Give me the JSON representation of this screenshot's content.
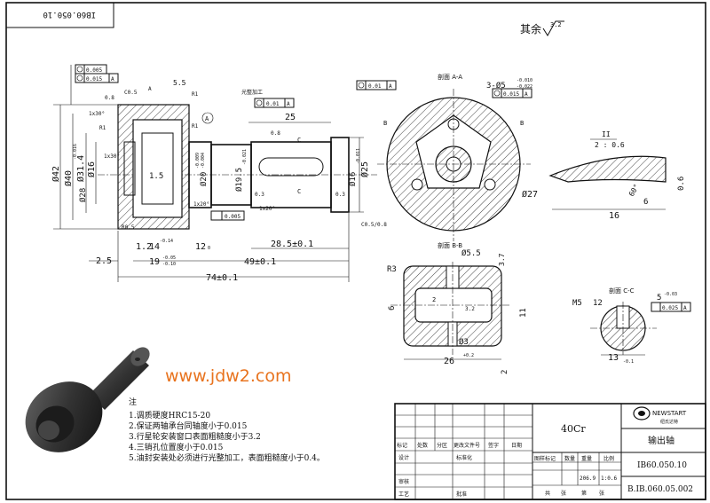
{
  "sheet": {
    "corner_code": "IB60.050.10",
    "surface_note": "其余",
    "surface_symbol_value": "3.2",
    "watermark": "www.jdw2.com"
  },
  "main_view": {
    "tol_box1": "0.005",
    "tol_box2": "0.015",
    "tol_box2_ref": "A",
    "tol_ra": "0.8",
    "chamfer_c": "C0.5",
    "dim_5_5": "5.5",
    "label_A": "A",
    "dim_R1_a": "R1",
    "dim_R1_b": "R1",
    "chamfer_1x30": "1x30°",
    "chamfer_1x30_b": "1x30°",
    "dia_42": "Ø42",
    "dia_40": "Ø40",
    "dia_40_tol": "-0.016",
    "dia_31_4": "Ø31.4",
    "dia_28": "Ø28",
    "dia_16": "Ø16",
    "dim_1_5": "1.5",
    "dia_20": "Ø20",
    "dia_20_tol_up": "-0.009",
    "dia_20_tol_dn": "-0.004",
    "dia_19_5": "Ø19.5",
    "dia_19_5_tol": "-0.021",
    "dia_16_b": "Ø16",
    "dia_16_b_tol": "-0.011",
    "dia_25": "Ø25",
    "label_A2": "A",
    "polish_label": "光整加工",
    "tol_box3": "0.01",
    "tol_box3_ref": "A",
    "dim_25": "25",
    "ra_08_b": "0.8",
    "label_C": "C",
    "label_C2": "C",
    "chamfer_0_3": "0.3",
    "chamfer_0_3_b": "0.3",
    "chamfer_1x20": "1x20°",
    "chamfer_1x20_b": "1x20°",
    "chamfer_c05_08": "C0.5/0.8",
    "dim_1_2": "1.2",
    "dim_r0_5": "R0.5",
    "dim_14": "14",
    "dim_14_tol": "-0.14",
    "tol_box4": "0.005",
    "dim_12": "12",
    "dim_12_tol": "0",
    "dim_28_5": "28.5±0.1",
    "dim_2_5": "2.5",
    "dim_19": "19",
    "dim_19_tol_up": "-0.05",
    "dim_19_tol_dn": "-0.10",
    "dim_49": "49±0.1",
    "dim_74": "74±0.1"
  },
  "section_aa": {
    "title": "剖面 A-A",
    "dia_5": "3-Ø5",
    "dia_5_tol_up": "-0.010",
    "dia_5_tol_dn": "-0.022",
    "tol_box": "0.015",
    "tol_ref": "A",
    "tol_top": "0.01",
    "tol_top_ref": "A",
    "dia_27": "Ø27",
    "label_B1": "B",
    "label_B2": "B"
  },
  "detail_ii": {
    "title": "II",
    "scale": "2 : 0.6",
    "angle": "60°",
    "dim_6": "6",
    "dim_16": "16",
    "dim_0_6": "0.6"
  },
  "section_bb": {
    "title": "剖面 B-B",
    "dim_5_5": "Ø5.5",
    "dim_R3": "R3",
    "dim_6": "6",
    "dim_2": "2",
    "dim_11": "11",
    "dim_3_7": "3.7",
    "dim_3": "Ø3",
    "dim_26": "26",
    "dim_26_tol": "+0.2",
    "dim_2b": "2",
    "dim_ra": "3.2"
  },
  "section_cc": {
    "title": "剖面 C-C",
    "thread": "M5",
    "thread_depth": "12",
    "dim_5": "5",
    "dim_5_tol": "-0.03",
    "tol_box": "0.025",
    "tol_ref": "A",
    "dim_13": "13",
    "dim_13_tol": "-0.1"
  },
  "notes": {
    "heading": "注",
    "items": [
      "1.调质硬度HRC15-20",
      "2.保证两轴承台同轴度小于0.015",
      "3.行星轮安装窗口表面粗糙度小于3.2",
      "4.三销孔位置度小于0.015",
      "5.油封安装处必须进行光整加工，表面粗糙度小于0.4。"
    ]
  },
  "title_block": {
    "material": "40Cr",
    "company": "NEWSTART",
    "company_sub": "纽氏达特",
    "part_name": "输出轴",
    "part_no": "IB60.050.10",
    "drawing_no": "B.IB.060.05.002",
    "headers": [
      "标记",
      "处数",
      "分区",
      "更改文件号",
      "签字",
      "日期"
    ],
    "row_design": "设计",
    "row_std": "标准化",
    "row_review": "审核",
    "row_process": "工艺",
    "row_approve": "批准",
    "stage_label": "图样标记",
    "weight_label": "重量",
    "scale_label": "比例",
    "qty_label": "数量",
    "weight": "206.9",
    "scale": "1:0.6",
    "sheets_total": "共",
    "sheets_label": "张",
    "sheet_of": "第",
    "sheet_label": "张"
  }
}
